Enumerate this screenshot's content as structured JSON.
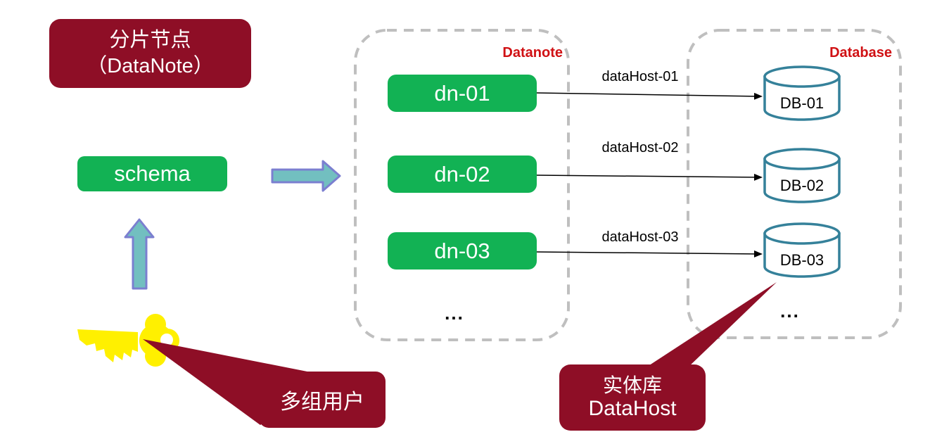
{
  "title_box": {
    "line1": "分片节点",
    "line2": "（DataNote）"
  },
  "schema_box": {
    "label": "schema"
  },
  "users_callout": {
    "label": "多组用户"
  },
  "datahost_callout": {
    "line1": "实体库",
    "line2": "DataHost"
  },
  "datanote_group": {
    "label": "Datanote",
    "nodes": [
      "dn-01",
      "dn-02",
      "dn-03"
    ],
    "ellipsis": "..."
  },
  "database_group": {
    "label": "Database",
    "databases": [
      "DB-01",
      "DB-02",
      "DB-03"
    ],
    "ellipsis": "..."
  },
  "connections": [
    "dataHost-01",
    "dataHost-02",
    "dataHost-03"
  ],
  "colors": {
    "dark_red": "#8E0E26",
    "green": "#12B254",
    "label_red": "#D01114",
    "cylinder_teal": "#35819A",
    "arrow_fill": "#72BFC0",
    "arrow_border": "#7B7FD0",
    "key_yellow": "#FFF000",
    "dashed_border": "#BFBFBF",
    "connector_black": "#000000"
  }
}
